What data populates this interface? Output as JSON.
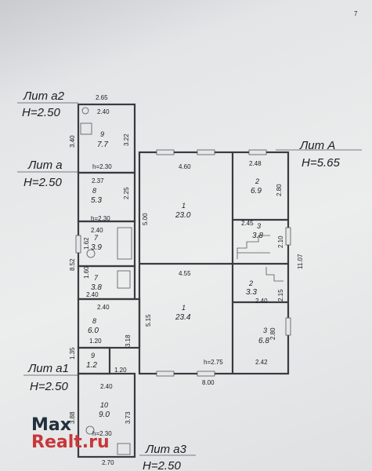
{
  "page_number": "7",
  "labels": {
    "lit_a2": "Лит а2",
    "lit_a2_h": "H=2.50",
    "lit_a": "Лит а",
    "lit_a_h": "H=2.50",
    "lit_A": "Лит А",
    "lit_A_h": "H=5.65",
    "lit_a1": "Лит а1",
    "lit_a1_h": "H=2.50",
    "lit_a3": "Лит а3",
    "lit_a3_h": "H=2.50"
  },
  "rooms": [
    {
      "num": "9",
      "area": "7.7"
    },
    {
      "num": "8",
      "area": "5.3"
    },
    {
      "num": "7",
      "area": "3.9"
    },
    {
      "num": "7",
      "area": "3.8"
    },
    {
      "num": "8",
      "area": "6.0"
    },
    {
      "num": "9",
      "area": "1.2"
    },
    {
      "num": "10",
      "area": "9.0"
    },
    {
      "num": "1",
      "area": "23.0"
    },
    {
      "num": "2",
      "area": "6.9"
    },
    {
      "num": "3",
      "area": "3.8"
    },
    {
      "num": "1",
      "area": "23.4"
    },
    {
      "num": "2",
      "area": "3.3"
    },
    {
      "num": "3",
      "area": "6.8"
    }
  ],
  "dimensions": {
    "d265": "2.65",
    "d240a": "2.40",
    "d340": "3.40",
    "d322": "3.22",
    "h230a": "h=2.30",
    "d237": "2.37",
    "d225": "2.25",
    "h230b": "h=2.30",
    "d240b": "2.40",
    "d162": "1.62",
    "d852": "8.52",
    "d160": "1.60",
    "d240c": "2.40",
    "d240d": "2.40",
    "d120a": "1.20",
    "d318": "3.18",
    "d135": "1.35",
    "d120b": "1.20",
    "d240e": "2.40",
    "d388": "3.88",
    "d373": "3.73",
    "h230c": "h=2.30",
    "d270": "2.70",
    "d460": "4.60",
    "d500": "5.00",
    "d248": "2.48",
    "d280a": "2.80",
    "d245": "2.45",
    "d210": "2.10",
    "d1107": "11.07",
    "d455": "4.55",
    "d515": "5.15",
    "d215": "2.15",
    "d240f": "2.40",
    "d280b": "2.80",
    "h275": "h=2.75",
    "d242": "2.42",
    "d800": "8.00"
  },
  "watermark": {
    "part1": "Max",
    "part2": "Realt.ru"
  }
}
